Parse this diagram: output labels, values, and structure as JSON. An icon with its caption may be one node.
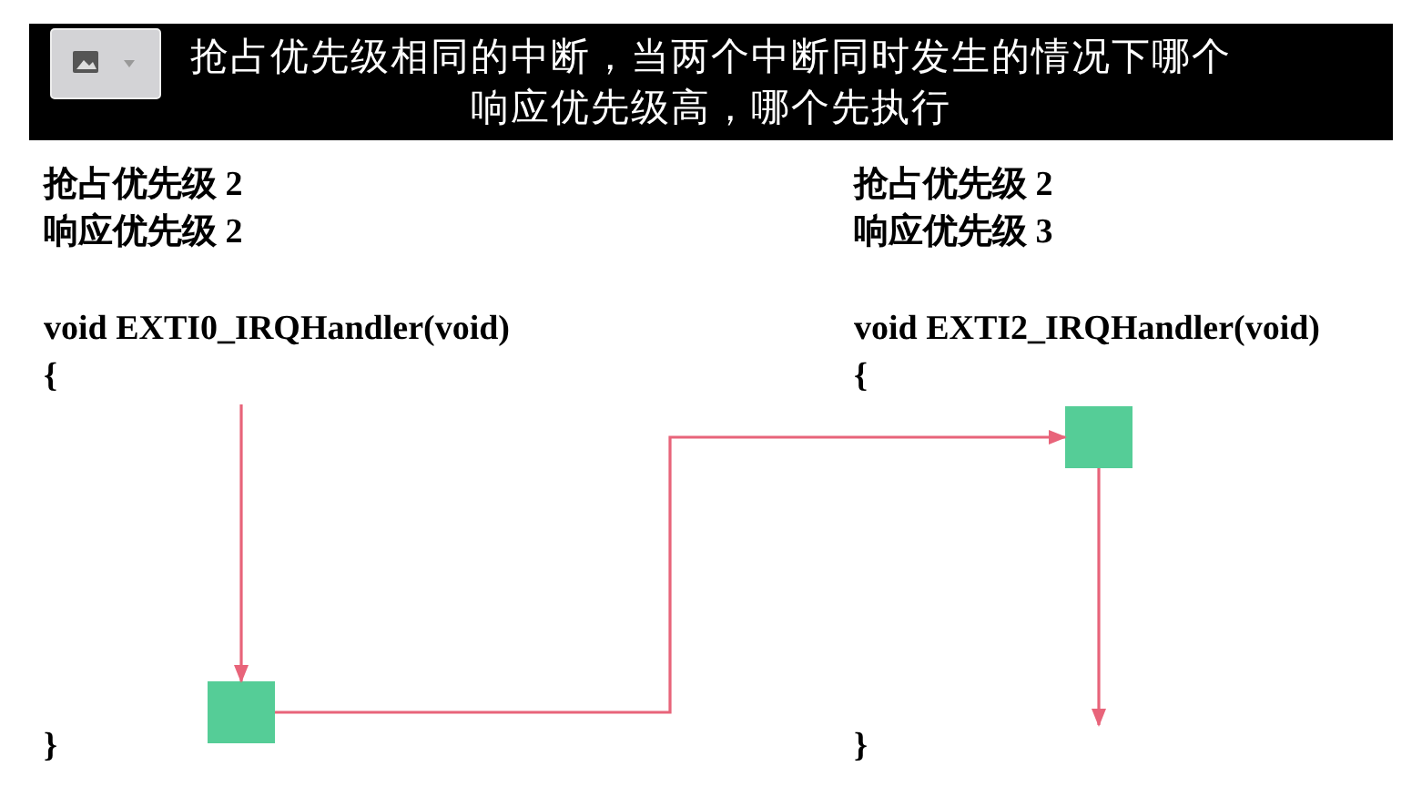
{
  "diagram": {
    "title": "抢占优先级相同的中断，当两个中断同时发生的情况下哪个响应优先级高，哪个先执行",
    "nodes": [
      {
        "text": [],
        "shape": "box"
      },
      {
        "text": [],
        "shape": "box"
      }
    ],
    "edges": [
      {
        "from": null,
        "to": 0,
        "arrow": "to"
      },
      {
        "from": 0,
        "to": 1,
        "arrow": "to"
      },
      {
        "from": 1,
        "to": null,
        "arrow": "to"
      }
    ],
    "labels": [
      "抢占优先级 2",
      "抢占优先级 2",
      "响应优先级 2",
      "响应优先级 3",
      "void EXTI0_IRQHandler(void)",
      "void EXTI2_IRQHandler(void)",
      "{",
      "{",
      "}",
      "}"
    ]
  }
}
